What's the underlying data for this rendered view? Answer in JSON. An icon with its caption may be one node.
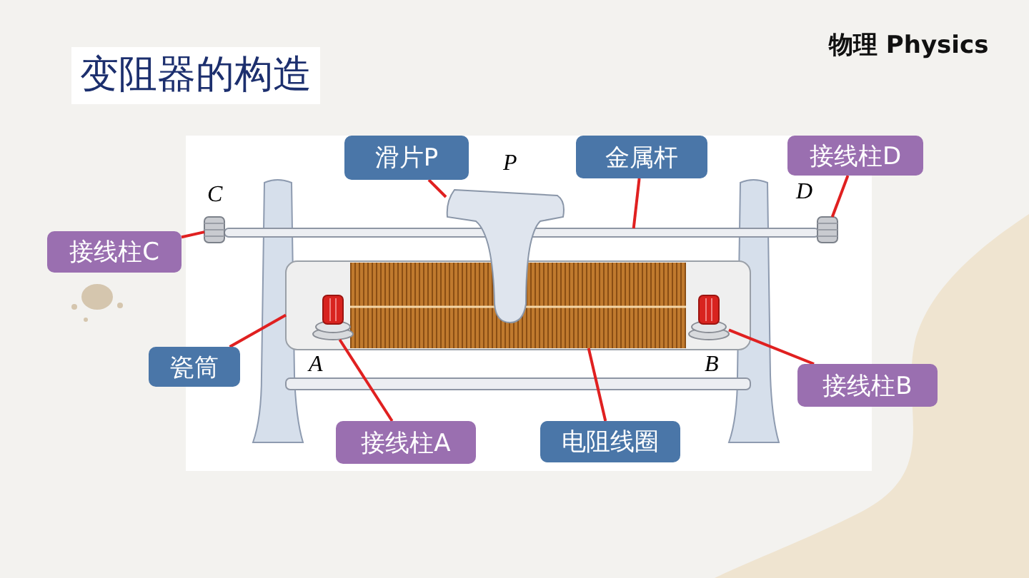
{
  "diagram": {
    "title": "变阻器的构造",
    "nodes": [
      {
        "text": [
          "滑片P"
        ]
      },
      {
        "text": [
          "金属杆"
        ]
      },
      {
        "text": [
          "接线柱D"
        ]
      },
      {
        "text": [
          "接线柱C"
        ]
      },
      {
        "text": [
          "瓷筒"
        ]
      },
      {
        "text": [
          "接线柱A"
        ]
      },
      {
        "text": [
          "电阻线圈"
        ]
      },
      {
        "text": [
          "接线柱B"
        ]
      },
      {
        "text": [],
        "shape": "picture"
      },
      {
        "text": [],
        "shape": "bar"
      },
      {
        "text": [],
        "shape": "picture"
      },
      {
        "text": [],
        "shape": "picture"
      },
      {
        "text": [],
        "shape": "cylinder"
      },
      {
        "text": [],
        "shape": "picture",
        "in": 12
      },
      {
        "text": [],
        "shape": "cylinder",
        "in": 12
      },
      {
        "text": [],
        "shape": "picture",
        "in": 12
      }
    ],
    "edges": [
      {
        "from": 0,
        "to": 8,
        "arrow": "none"
      },
      {
        "from": 1,
        "to": 9,
        "arrow": "none"
      },
      {
        "from": 2,
        "to": 10,
        "arrow": "none"
      },
      {
        "from": 3,
        "to": 11,
        "arrow": "none"
      },
      {
        "from": 4,
        "to": 12,
        "arrow": "none"
      },
      {
        "from": 5,
        "to": 13,
        "arrow": "none"
      },
      {
        "from": 6,
        "to": 14,
        "arrow": "none"
      },
      {
        "from": 7,
        "to": 15,
        "arrow": "none"
      }
    ],
    "labels": [
      "物理 Physics",
      "P",
      "C",
      "D",
      "A",
      "B"
    ]
  }
}
